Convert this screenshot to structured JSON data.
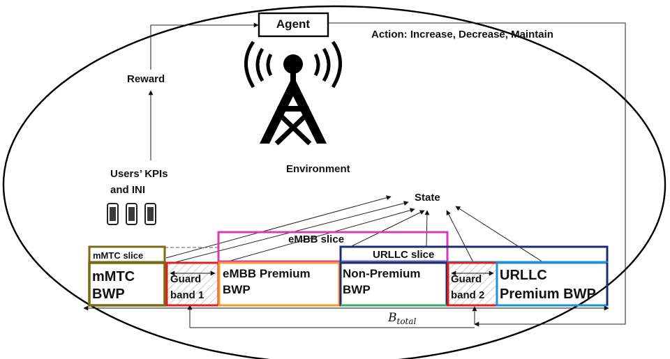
{
  "agent": {
    "label": "Agent"
  },
  "action": {
    "label": "Action: Increase, Decrease, Maintain"
  },
  "reward": {
    "label": "Reward"
  },
  "users_kpis": {
    "line1": "Users’ KPIs",
    "line2": "and INI"
  },
  "environment": {
    "label": "Environment"
  },
  "state": {
    "label": "State"
  },
  "slices": {
    "mmtc": "mMTC slice",
    "embb": "eMBB slice",
    "urllc": "URLLC slice"
  },
  "bwps": {
    "mmtc": {
      "line1": "mMTC",
      "line2": "BWP"
    },
    "guard1": {
      "line1": "Guard",
      "line2": "band 1"
    },
    "embb_premium": {
      "line1": "eMBB Premium",
      "line2": "BWP"
    },
    "non_premium": {
      "line1": "Non-Premium",
      "line2": "BWP"
    },
    "guard2": {
      "line1": "Guard",
      "line2": "band 2"
    },
    "urllc_premium": {
      "line1": "URLLC",
      "line2": "Premium BWP"
    }
  },
  "bandwidth": {
    "symbol": "B",
    "subscript": "total"
  },
  "colors": {
    "mmtc": "#7a6a12",
    "embb_slice": "#d63bb5",
    "embb_premium": "#f39a2b",
    "urllc_slice": "#1e2d6b",
    "urllc_premium": "#1f8fd6",
    "non_premium_bottom": "#3aaa6c",
    "guard": "#e02020",
    "ink": "#111111"
  },
  "icons": [
    "antenna-tower-icon",
    "smartphone-icon"
  ]
}
